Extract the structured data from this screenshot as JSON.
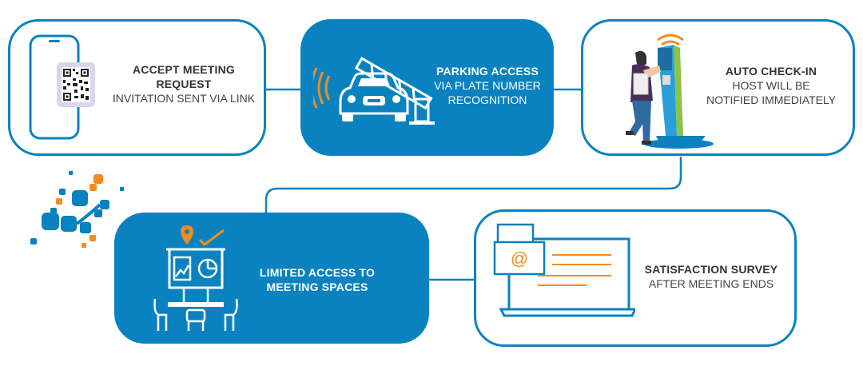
{
  "steps": [
    {
      "title": "ACCEPT MEETING REQUEST",
      "subtitle": "INVITATION SENT VIA LINK",
      "icon": "phone-qr-icon"
    },
    {
      "title": "PARKING ACCESS",
      "subtitle": "VIA PLATE NUMBER RECOGNITION",
      "icon": "car-barrier-icon"
    },
    {
      "title": "AUTO CHECK-IN",
      "subtitle": "HOST WILL BE NOTIFIED IMMEDIATELY",
      "icon": "kiosk-person-icon"
    },
    {
      "title": "LIMITED ACCESS TO MEETING SPACES",
      "subtitle": "",
      "icon": "meeting-room-icon"
    },
    {
      "title": "SATISFACTION SURVEY",
      "subtitle": "AFTER MEETING ENDS",
      "icon": "laptop-survey-icon"
    }
  ],
  "colors": {
    "primary": "#0a82bf",
    "accent": "#f28c1e",
    "text": "#333333"
  }
}
